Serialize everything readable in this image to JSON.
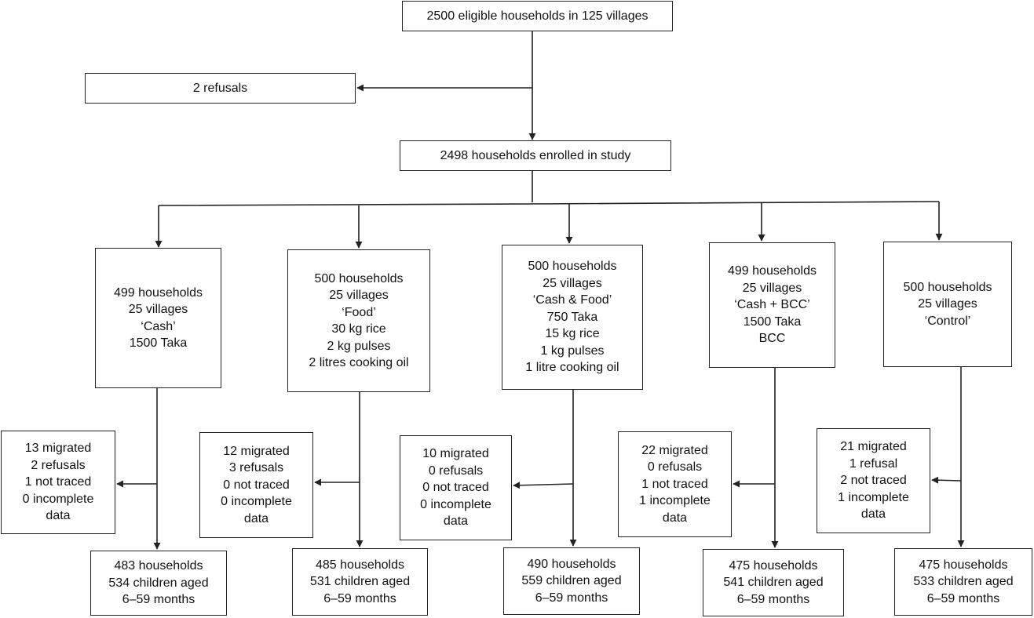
{
  "flowchart": {
    "top": {
      "lines": [
        "2500 eligible households in 125 villages"
      ]
    },
    "refusals": {
      "lines": [
        "2 refusals"
      ]
    },
    "enrolled": {
      "lines": [
        "2498 households enrolled in study"
      ]
    },
    "arms": [
      {
        "lines": [
          "499 households",
          "25 villages",
          "‘Cash’",
          "1500 Taka"
        ]
      },
      {
        "lines": [
          "500 households",
          "25 villages",
          "‘Food’",
          "30 kg rice",
          "2 kg pulses",
          "2 litres cooking oil"
        ]
      },
      {
        "lines": [
          "500 households",
          "25 villages",
          "‘Cash & Food’",
          "750 Taka",
          "15 kg rice",
          "1 kg pulses",
          "1 litre cooking oil"
        ]
      },
      {
        "lines": [
          "499 households",
          "25 villages",
          "‘Cash + BCC’",
          "1500 Taka",
          "BCC"
        ]
      },
      {
        "lines": [
          "500 households",
          "25 villages",
          "‘Control’"
        ]
      }
    ],
    "losses": [
      {
        "lines": [
          "13 migrated",
          "2 refusals",
          "1 not traced",
          "0 incomplete",
          "data"
        ]
      },
      {
        "lines": [
          "12 migrated",
          "3 refusals",
          "0 not traced",
          "0 incomplete",
          "data"
        ]
      },
      {
        "lines": [
          "10 migrated",
          "0 refusals",
          "0 not traced",
          "0 incomplete",
          "data"
        ]
      },
      {
        "lines": [
          "22 migrated",
          "0 refusals",
          "1 not traced",
          "1 incomplete",
          "data"
        ]
      },
      {
        "lines": [
          "21 migrated",
          "1 refusal",
          "2 not traced",
          "1 incomplete",
          "data"
        ]
      }
    ],
    "finals": [
      {
        "lines": [
          "483 households",
          "534 children aged",
          "6–59 months"
        ]
      },
      {
        "lines": [
          "485 households",
          "531 children aged",
          "6–59 months"
        ]
      },
      {
        "lines": [
          "490 households",
          "559 children aged",
          "6–59 months"
        ]
      },
      {
        "lines": [
          "475 households",
          "541 children aged",
          "6–59 months"
        ]
      },
      {
        "lines": [
          "475 households",
          "533 children aged",
          "6–59 months"
        ]
      }
    ]
  }
}
